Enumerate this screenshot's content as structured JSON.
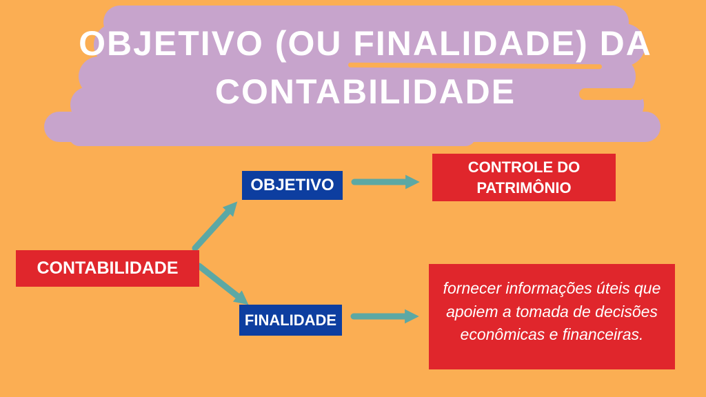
{
  "title": {
    "line1": "OBJETIVO (OU FINALIDADE) DA",
    "line2": "CONTABILIDADE"
  },
  "nodes": {
    "root": {
      "label": "CONTABILIDADE"
    },
    "objetivo": {
      "label": "OBJETIVO"
    },
    "finalidade": {
      "label": "FINALIDADE"
    },
    "objetivo_result": {
      "label": "CONTROLE DO PATRIMÔNIO"
    },
    "finalidade_result": {
      "label": "fornecer informações úteis que apoiem a tomada de decisões econômicas e financeiras."
    }
  },
  "colors": {
    "background": "#FBAE53",
    "title_highlight": "#C7A4CC",
    "red_box": "#E0262C",
    "blue_box": "#0D3EA0",
    "arrow": "#5CA8A4",
    "text": "#FFFFFF"
  }
}
